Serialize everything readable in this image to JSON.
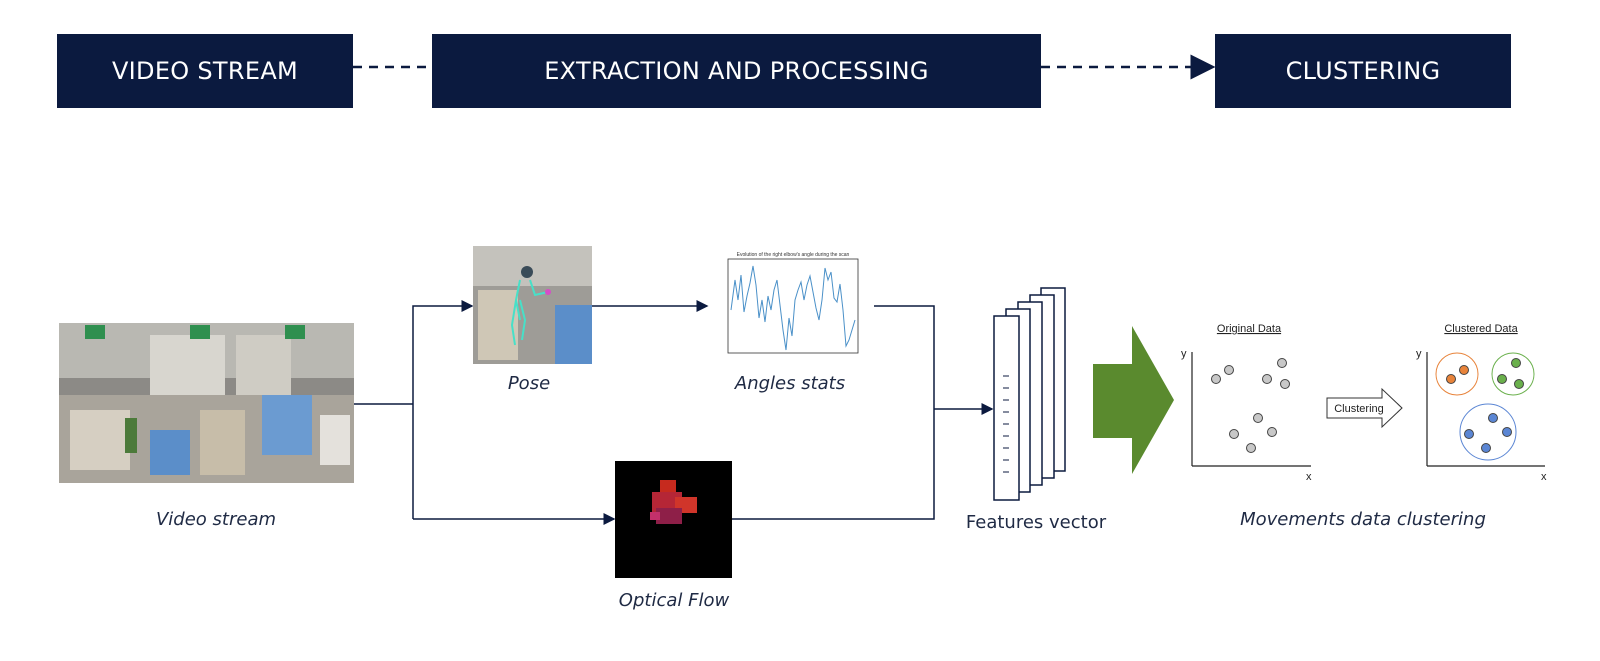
{
  "banners": {
    "video_stream": "VIDEO STREAM",
    "extraction": "EXTRACTION AND PROCESSING",
    "clustering": "CLUSTERING"
  },
  "captions": {
    "video_stream": "Video stream",
    "pose": "Pose",
    "angles_stats": "Angles stats",
    "optical_flow": "Optical Flow",
    "features_vector": "Features vector",
    "movements_clustering": "Movements data clustering"
  },
  "angles_plot": {
    "title": "Evolution of the right elbow's angle during the scan"
  },
  "clustering_figure": {
    "original_title": "Original Data",
    "clustered_title": "Clustered Data",
    "arrow_label": "Clustering",
    "axis_x": "x",
    "axis_y": "y"
  },
  "colors": {
    "banner": "#0b1a3f",
    "big_arrow": "#5a8a2e",
    "orange_cluster": "#e8833a",
    "green_cluster": "#6ab04c",
    "blue_cluster": "#5b86d4"
  }
}
